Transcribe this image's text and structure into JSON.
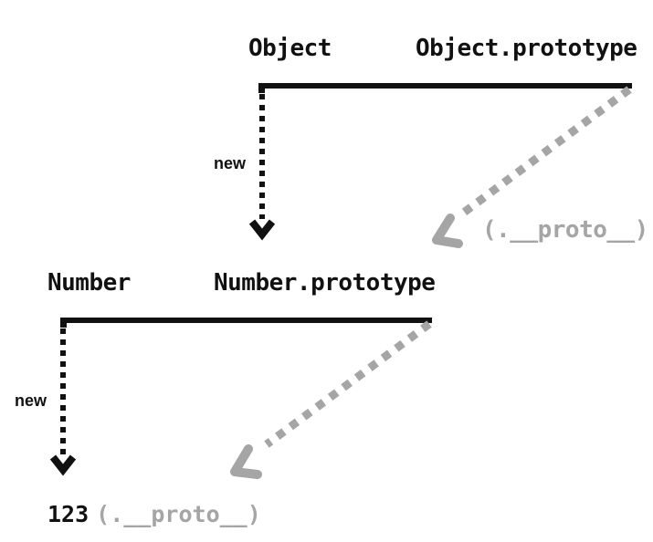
{
  "colors": {
    "ink": "#111111",
    "muted": "#a5a5a5"
  },
  "diagram": {
    "top": {
      "constructor_label": "Object",
      "prototype_label": "Object.prototype",
      "new_label": "new",
      "proto_label": "(.__proto__)"
    },
    "bottom": {
      "constructor_label": "Number",
      "prototype_label": "Number.prototype",
      "new_label": "new",
      "instance_value": "123",
      "proto_label": "(.__proto__)"
    }
  }
}
